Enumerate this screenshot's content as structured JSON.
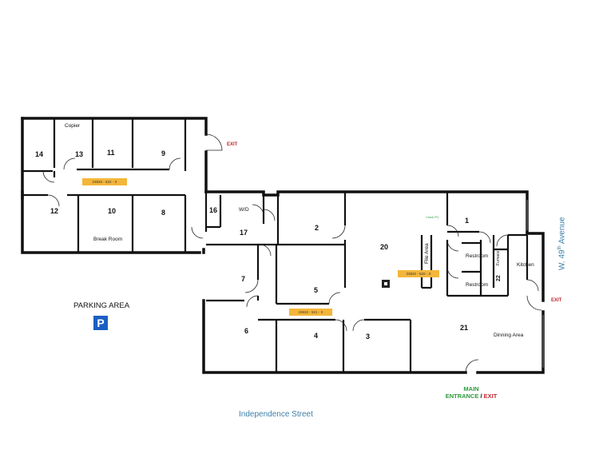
{
  "rooms": {
    "r14": "14",
    "r13": "13",
    "r11": "11",
    "r9": "9",
    "r12": "12",
    "r10": "10",
    "r8": "8",
    "r16": "16",
    "r17": "17",
    "r2": "2",
    "r1": "1",
    "r20": "20",
    "r7": "7",
    "r5": "5",
    "r6": "6",
    "r4": "4",
    "r3": "3",
    "r21": "21",
    "r22": "22"
  },
  "labels": {
    "copier": "Copier",
    "break_room": "Break Room",
    "wd": "W/D",
    "file_area": "File Area",
    "restroom_top": "Restroom",
    "restroom_bottom": "Restroom",
    "kitchen": "Kitchen",
    "furnace": "Furnace",
    "dinning_area": "Dinning Area",
    "clock": "Clock PC"
  },
  "tags": {
    "suite_522": "23826 - 522 - X",
    "suite_520": "23822 - 520 - X",
    "suite_521": "23832 - 521 - X"
  },
  "exits": {
    "top": "EXIT",
    "right": "EXIT",
    "main_line1": "MAIN",
    "main_entrance": "ENTRANCE",
    "main_sep": " / ",
    "main_exit": "EXIT"
  },
  "site": {
    "parking": "PARKING AREA",
    "parking_sign": "P",
    "street": "Independence Street",
    "avenue_pre": "W. 49",
    "avenue_sup": "th",
    "avenue_post": " Avenue"
  },
  "colors": {
    "wall": "#111111",
    "tag": "#f4b63a",
    "exit": "#c0282d",
    "entrance": "#2e9a3d",
    "street": "#3d7fa8",
    "parking_sign": "#1a5ec4"
  }
}
